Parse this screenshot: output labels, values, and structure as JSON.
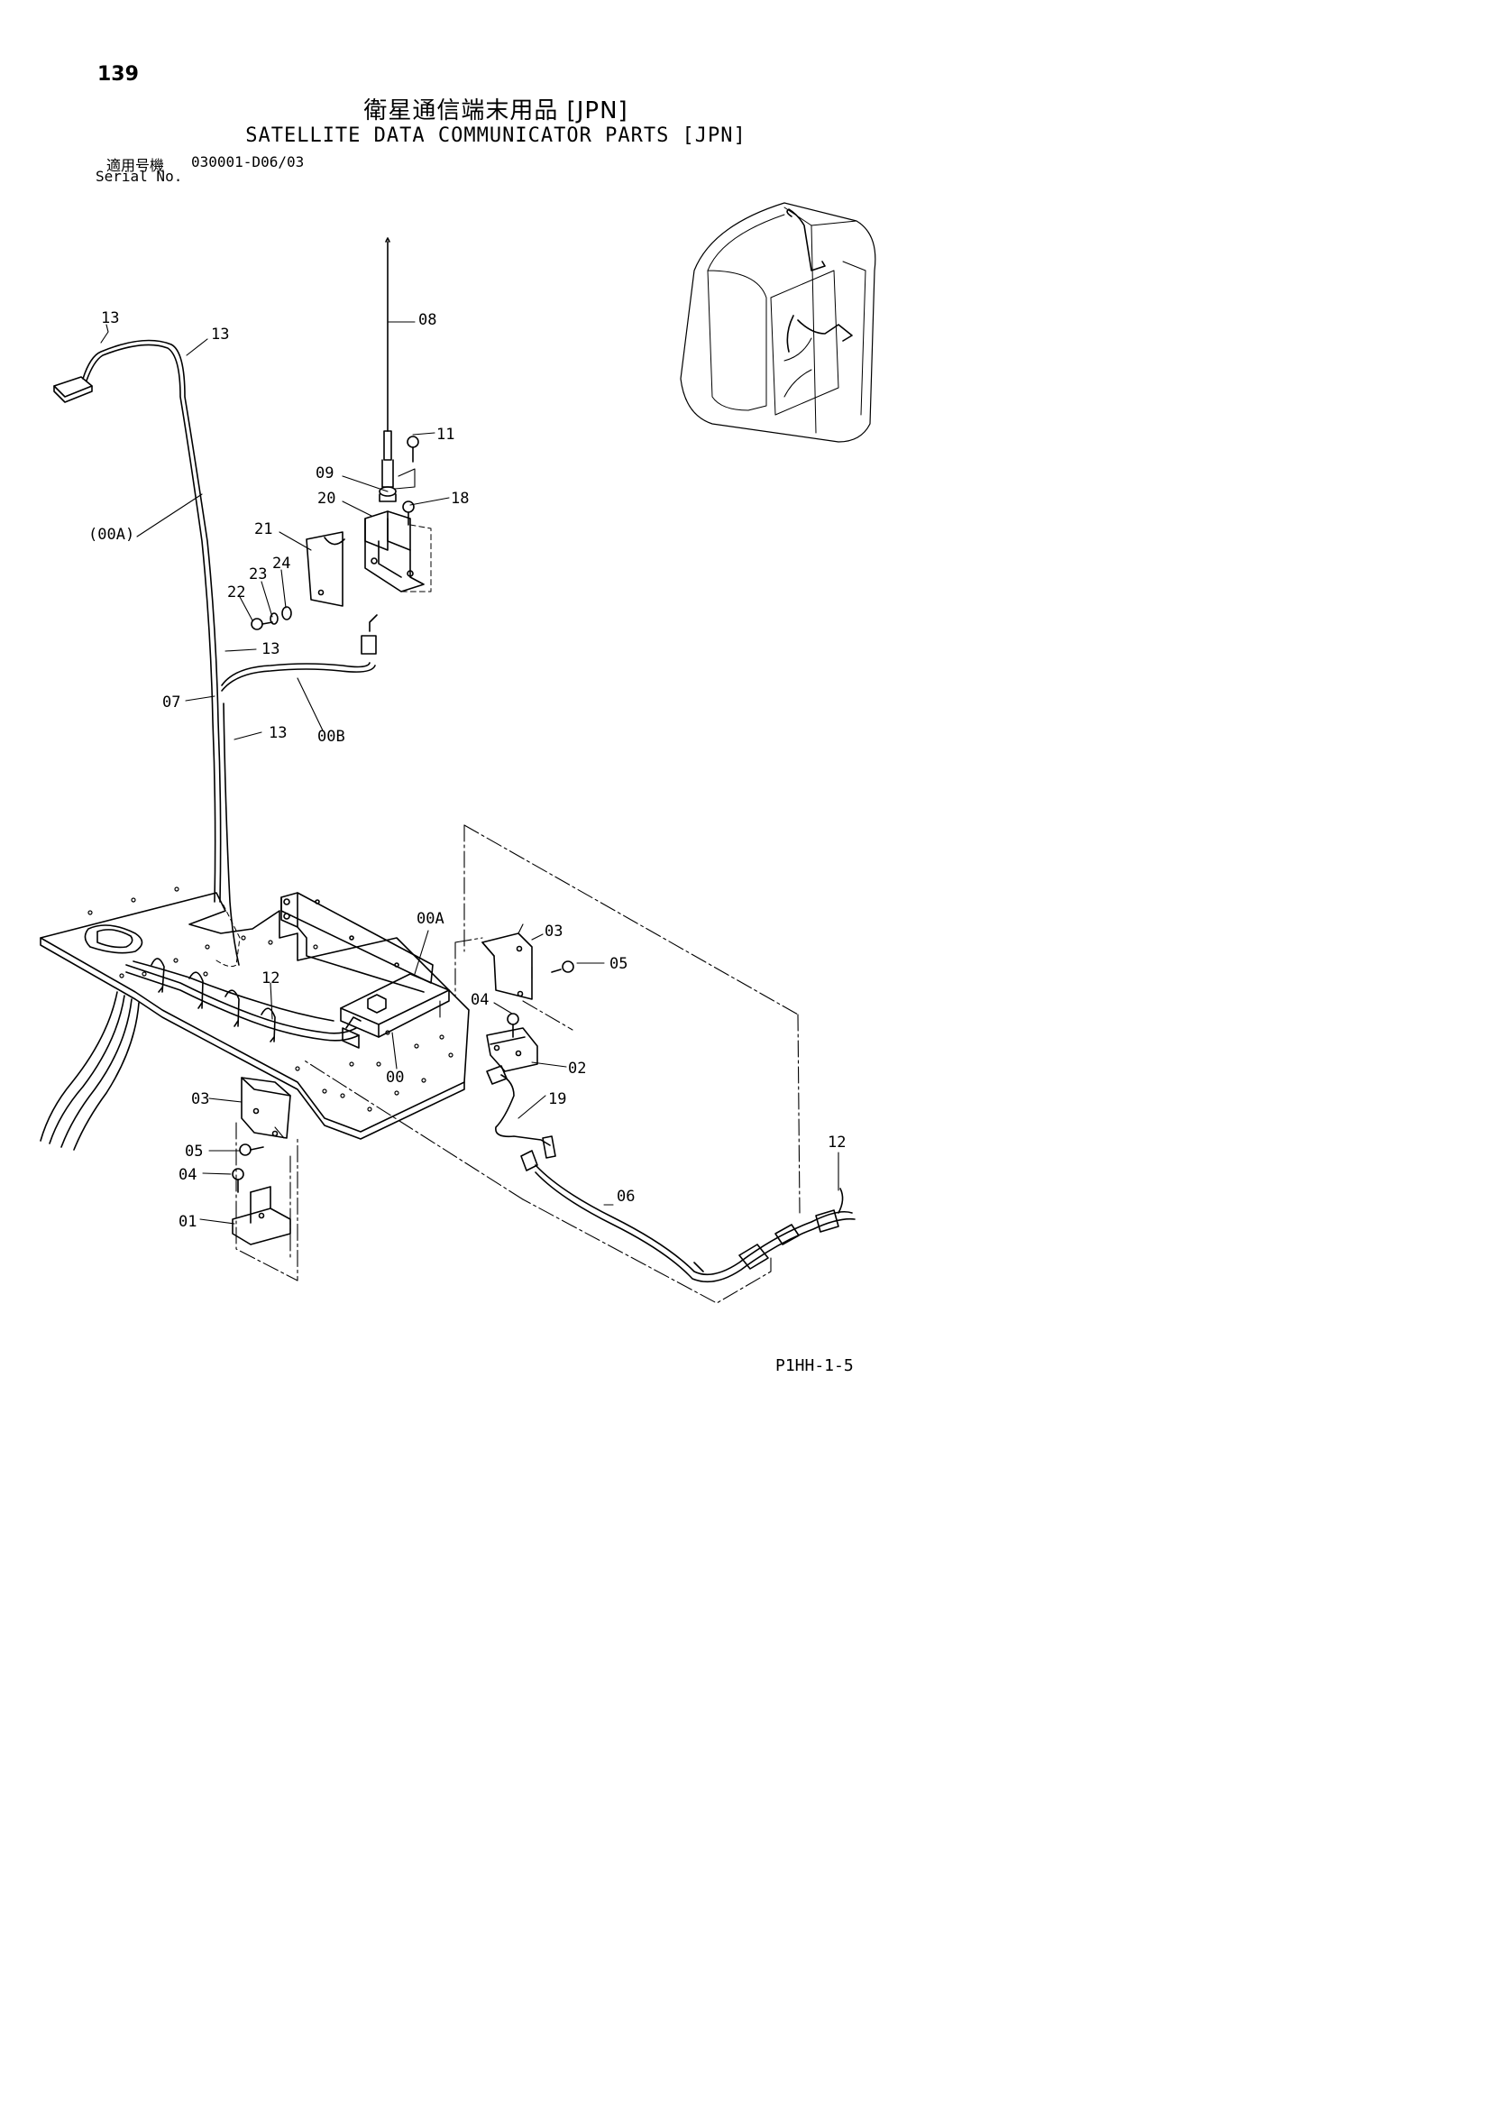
{
  "header": {
    "page_number": "139",
    "title_jp": "衛星通信端末用品 [JPN]",
    "title_en": "SATELLITE DATA COMMUNICATOR PARTS [JPN]",
    "serial_label_jp": "適用号機",
    "serial_value": "030001-D06/03",
    "serial_label_en": "Serial No."
  },
  "callouts": {
    "c13a": "13",
    "c13b": "13",
    "c13c": "13",
    "c13d": "13",
    "c08": "08",
    "c11": "11",
    "c09": "09",
    "c20": "20",
    "c18": "18",
    "c21": "21",
    "c00A_left": "(00A)",
    "c23": "23",
    "c24": "24",
    "c22": "22",
    "c07": "07",
    "c00B": "00B",
    "c00A": "00A",
    "c03a": "03",
    "c05a": "05",
    "c12a": "12",
    "c04a": "04",
    "c02": "02",
    "c00": "00",
    "c19": "19",
    "c03b": "03",
    "c05b": "05",
    "c04b": "04",
    "c01": "01",
    "c06": "06",
    "c12b": "12"
  },
  "footer": {
    "page_code": "P1HH-1-5"
  }
}
